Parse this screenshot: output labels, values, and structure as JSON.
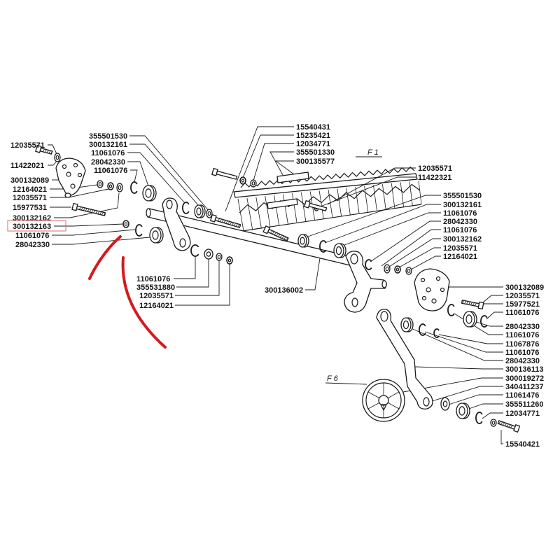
{
  "diagram": {
    "part_numbers": {
      "left": [
        "12035571",
        "11422021",
        "300132089",
        "12164021",
        "12035571",
        "15977531",
        "300132162",
        "300132163",
        "11061076",
        "28042330"
      ],
      "upper_left": [
        "355501530",
        "300132161",
        "11061076",
        "28042330",
        "11061076"
      ],
      "upper_center": [
        "15540431",
        "15235421",
        "12034771",
        "355501330",
        "300135577"
      ],
      "upper_right": [
        "12035571",
        "11422321"
      ],
      "right": [
        "355501530",
        "300132161",
        "11061076",
        "28042330",
        "11061076",
        "300132162",
        "12035571",
        "12164021"
      ],
      "far_right": [
        "300132089",
        "12035571",
        "15977521",
        "11061076",
        "28042330",
        "11061076",
        "11067876",
        "11061076",
        "28042330",
        "300136113",
        "300019272",
        "340411237",
        "11061476",
        "355511260",
        "12034771",
        "15540421"
      ],
      "lower_center": [
        "11061076",
        "355531880",
        "12035571",
        "12164021"
      ],
      "shaft": "300136002"
    },
    "figure_refs": {
      "knife": "F 1",
      "wheel": "F 6"
    },
    "highlighted_index": 7,
    "colors": {
      "line": "#1a1a1a",
      "highlight_box": "#e06a6a",
      "arrow": "#d7191c",
      "background": "#ffffff"
    }
  }
}
